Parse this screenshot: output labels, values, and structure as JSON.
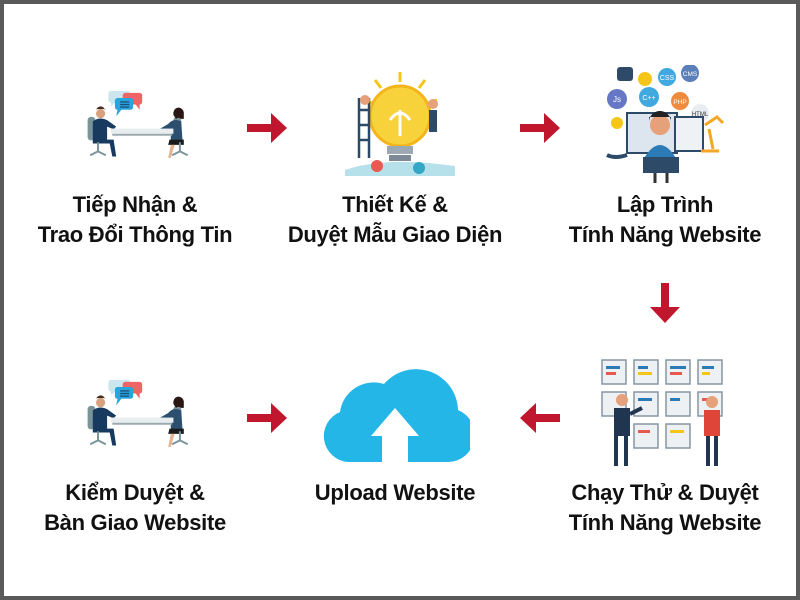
{
  "steps": [
    {
      "line1": "Tiếp Nhận &",
      "line2": "Trao Đổi Thông Tin",
      "icon": "meeting-illustration"
    },
    {
      "line1": "Thiết Kế &",
      "line2": "Duyệt Mẫu Giao Diện",
      "icon": "lightbulb-design-illustration"
    },
    {
      "line1": "Lập Trình",
      "line2": "Tính Năng Website",
      "icon": "programmer-illustration"
    },
    {
      "line1": "Chạy Thử & Duyệt",
      "line2": "Tính Năng Website",
      "icon": "testing-presentation-illustration"
    },
    {
      "line1": "Upload Website",
      "icon": "cloud-upload-icon"
    },
    {
      "line1": "Kiểm Duyệt &",
      "line2": "Bàn Giao Website",
      "icon": "meeting-illustration"
    }
  ],
  "illustration_text": {
    "js": "Js",
    "cpp": "C++",
    "css": "CSS",
    "cms": "CMS",
    "php": "PHP",
    "html": "HTML"
  },
  "colors": {
    "arrow": "#c0172f",
    "cloud": "#25b6e8",
    "border": "#5a5a5a"
  }
}
